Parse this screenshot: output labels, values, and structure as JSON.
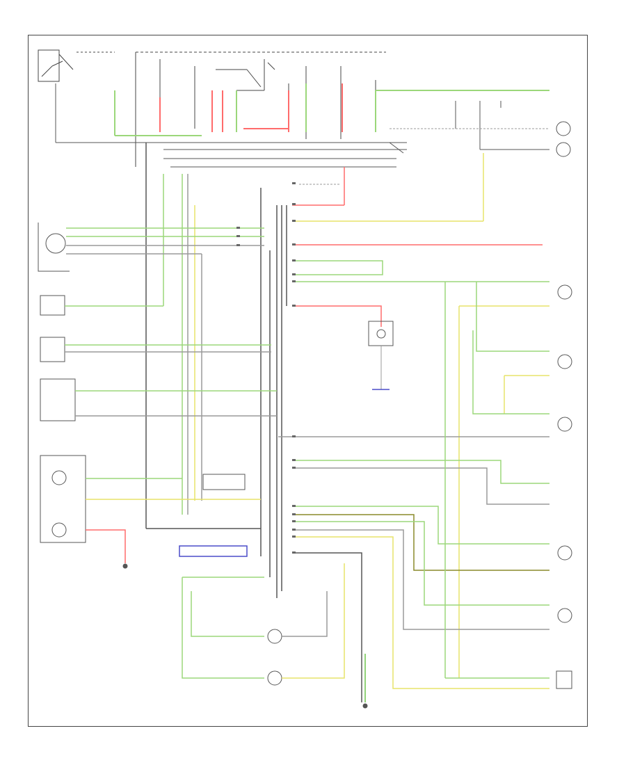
{
  "diagram": {
    "wire_colors": {
      "green_white": "#9bd77a",
      "green": "#6cc24a",
      "red": "#ff6b6b",
      "yellow": "#e7e46a",
      "black": "#333333",
      "blue": "#4a4cc8",
      "gray": "#9a9a9a",
      "olive": "#8a8a2a"
    },
    "components": [
      {
        "id": "cruise-control-switch",
        "label": ""
      },
      {
        "id": "fuse-block",
        "label": ""
      },
      {
        "id": "junction-block",
        "label": ""
      },
      {
        "id": "ignition-switch",
        "label": ""
      },
      {
        "id": "brake-pressure-switch",
        "label": ""
      },
      {
        "id": "speedometer-sensor",
        "label": ""
      },
      {
        "id": "clock",
        "label": ""
      },
      {
        "id": "vehicle-speed-sensor",
        "label": ""
      },
      {
        "id": "tachometer",
        "label": ""
      },
      {
        "id": "combination-meter",
        "label": ""
      },
      {
        "id": "instrument-cluster-gauge",
        "label": ""
      },
      {
        "id": "fuel-level-sender",
        "label": ""
      },
      {
        "id": "oil-pressure-switch",
        "label": ""
      },
      {
        "id": "brake-fluid-switch",
        "label": ""
      },
      {
        "id": "parking-brake-switch",
        "label": ""
      },
      {
        "id": "low-fuel-warning",
        "label": ""
      },
      {
        "id": "coolant-sensor",
        "label": ""
      },
      {
        "id": "seat-belt-switch",
        "label": ""
      },
      {
        "id": "abs-control-module",
        "label": ""
      },
      {
        "id": "ground",
        "label": ""
      }
    ],
    "footer_text": ""
  }
}
